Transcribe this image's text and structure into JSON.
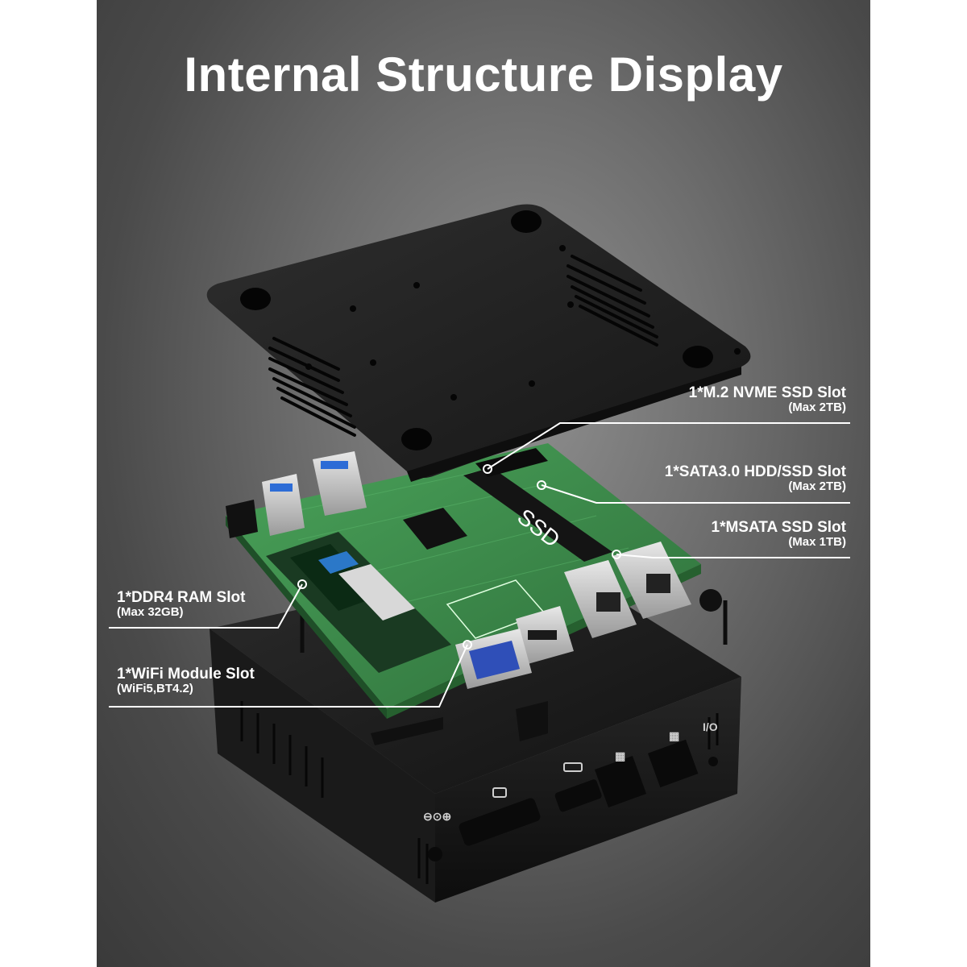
{
  "title": "Internal Structure Display",
  "callouts": {
    "m2": {
      "label": "1*M.2 NVME SSD Slot",
      "detail": "(Max 2TB)"
    },
    "sata": {
      "label": "1*SATA3.0 HDD/SSD Slot",
      "detail": "(Max 2TB)"
    },
    "msata": {
      "label": "1*MSATA SSD Slot",
      "detail": "(Max 1TB)"
    },
    "ram": {
      "label": "1*DDR4 RAM Slot",
      "detail": "(Max 32GB)"
    },
    "wifi": {
      "label": "1*WiFi Module Slot",
      "detail": "(WiFi5,BT4.2)"
    }
  },
  "ssd_text": "SSD",
  "port_icons": [
    "power-dc-icon",
    "vga-icon",
    "hdmi-icon",
    "lan-icon",
    "lan-icon",
    "io-icon"
  ],
  "colors": {
    "background": "#5a5a5a",
    "pcb": "#3f8a4a",
    "case": "#1e1e1e",
    "text": "#ffffff"
  }
}
